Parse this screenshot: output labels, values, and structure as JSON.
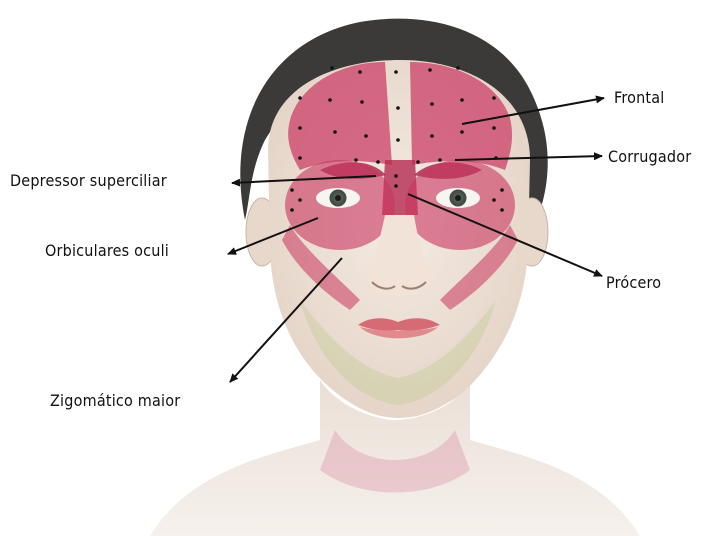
{
  "labels": {
    "frontal": "Frontal",
    "corrugador": "Corrugador",
    "procero": "Prócero",
    "depressor_superciliar": "Depressor superciliar",
    "orbiculares_oculi": "Orbiculares oculi",
    "zigomatico_maior": "Zigomático maior"
  },
  "colors": {
    "muscle": "#c9355f",
    "skin": "#f2e6de",
    "hair": "#3b3a38",
    "dots": "#111111"
  }
}
